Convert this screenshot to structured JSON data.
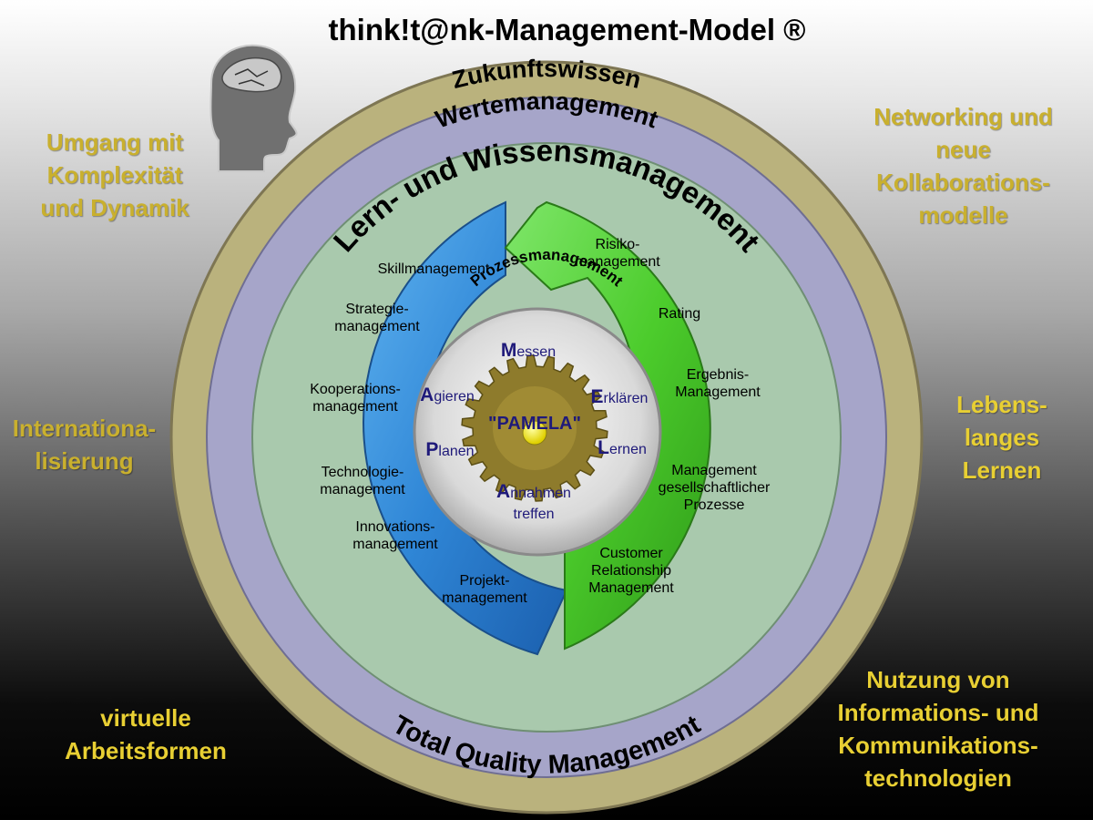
{
  "title": "think!t@nk-Management-Model ®",
  "corners": {
    "top_left": [
      "Umgang mit",
      "Komplexität",
      "und Dynamik"
    ],
    "top_right": [
      "Networking und",
      "neue",
      "Kollaborations-",
      "modelle"
    ],
    "mid_left": [
      "Internationa-",
      "lisierung"
    ],
    "mid_right": [
      "Lebens-",
      "langes",
      "Lernen"
    ],
    "bottom_left": [
      "virtuelle",
      "Arbeitsformen"
    ],
    "bottom_right": [
      "Nutzung von",
      "Informations- und",
      "Kommunikations-",
      "technologien"
    ]
  },
  "rings": {
    "outer_top": "Zukunftswissen",
    "second": "Wertemanagement",
    "third": "Lern- und Wissensmanagement",
    "bottom": "Total Quality Management",
    "inner": "Prozessmanagement"
  },
  "blue_items": [
    [
      "Skillmanagement"
    ],
    [
      "Strategie-",
      "management"
    ],
    [
      "Kooperations-",
      "management"
    ],
    [
      "Technologie-",
      "management"
    ],
    [
      "Innovations-",
      "management"
    ],
    [
      "Projekt-",
      "management"
    ]
  ],
  "green_items": [
    [
      "Risiko-",
      "management"
    ],
    [
      "Rating"
    ],
    [
      "Ergebnis-",
      "Management"
    ],
    [
      "Management",
      "gesellschaftlicher",
      "Prozesse"
    ],
    [
      "Customer",
      "Relationship",
      "Management"
    ]
  ],
  "pamela": {
    "center": "\"PAMELA\"",
    "words": [
      {
        "initial": "M",
        "rest": "essen"
      },
      {
        "initial": "E",
        "rest": "rklären"
      },
      {
        "initial": "L",
        "rest": "ernen"
      },
      {
        "initial": "A",
        "rest": "nnahmen",
        "line2": "treffen"
      },
      {
        "initial": "P",
        "rest": "lanen"
      },
      {
        "initial": "A",
        "rest": "gieren"
      }
    ]
  },
  "colors": {
    "outer_ring": "#bab27d",
    "wert_ring": "#a6a5c9",
    "lern_ring": "#a9c9ad",
    "blue_arrow": "#2f86d6",
    "green_arrow": "#4ccc2c",
    "gear": "#8e7b2c",
    "corner_text": "#c9b02e",
    "pamela_text": "#1f1a7a"
  },
  "icons": [
    "head-icon"
  ]
}
